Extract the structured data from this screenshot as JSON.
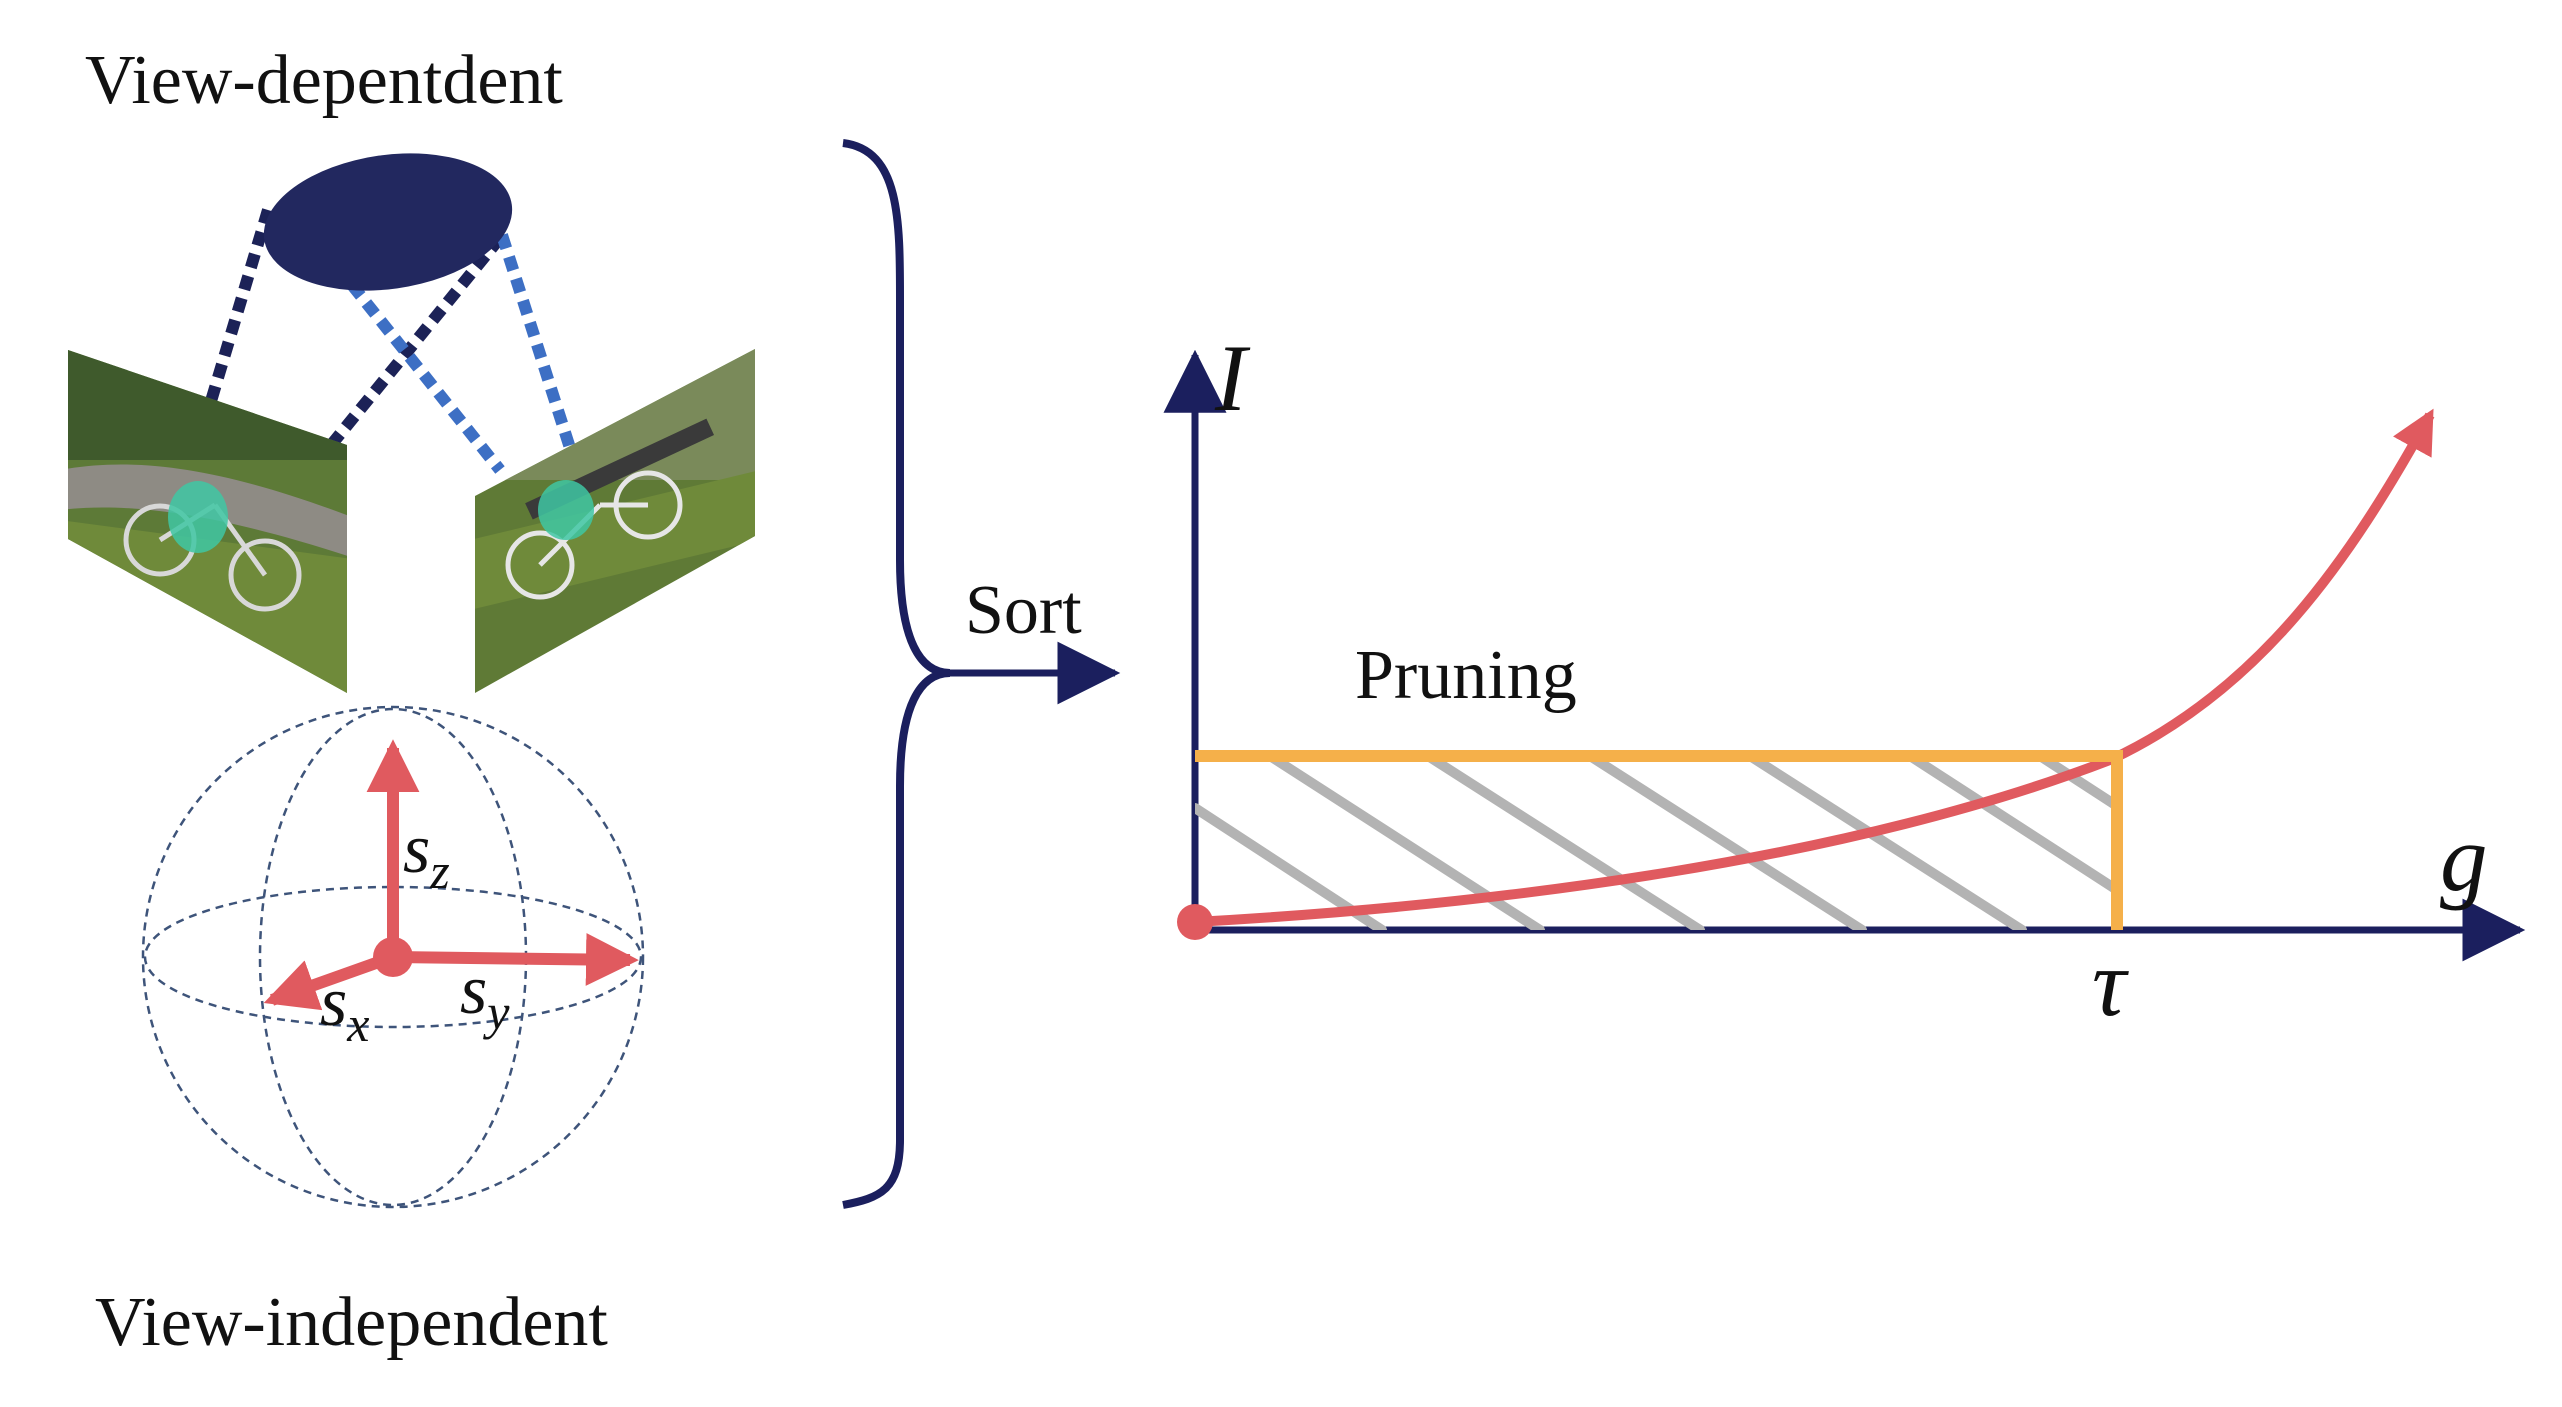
{
  "labels": {
    "view_dependent": "View-depentdent",
    "view_independent": "View-independent",
    "sort": "Sort",
    "pruning": "Pruning"
  },
  "axes": {
    "y": "I",
    "x": "g",
    "threshold": "τ"
  },
  "scale_axes": {
    "x": {
      "base": "s",
      "sub": "x"
    },
    "y": {
      "base": "s",
      "sub": "y"
    },
    "z": {
      "base": "s",
      "sub": "z"
    }
  },
  "colors": {
    "navy": "#1b1f5e",
    "ellipsoid": "#22285f",
    "ray_dark": "#1c2257",
    "ray_light": "#3d6fc4",
    "curve_red": "#e05a5f",
    "pruning_orange": "#f5b04a",
    "hatch_gray": "#b3b3b3",
    "sphere_dash": "#3e547a",
    "mask_green": "#3fc7a3",
    "grass": "#6f8a3a",
    "path": "#8e8b84"
  },
  "icons": {
    "ellipsoid": "gaussian-ellipsoid-icon",
    "camera_view": "camera-view-photo-icon",
    "sphere": "gaussian-sphere-icon",
    "brace": "curly-brace-icon"
  }
}
